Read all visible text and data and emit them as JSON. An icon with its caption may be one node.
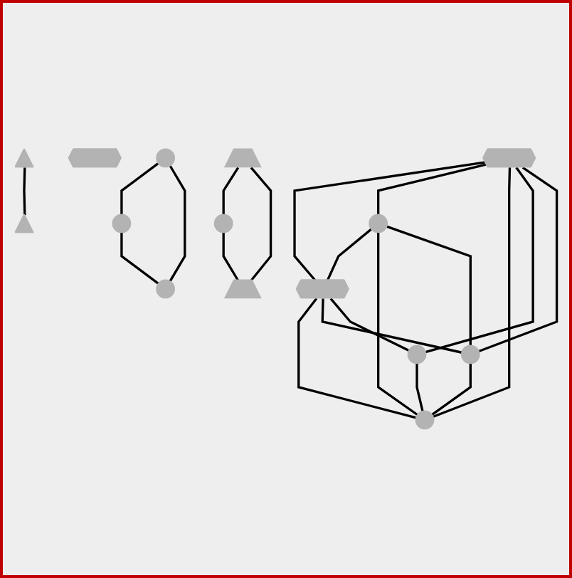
{
  "diagram": {
    "nodes": [
      {
        "text": [],
        "shape": "circle"
      },
      {
        "text": [],
        "shape": "pentagon"
      },
      {
        "text": [],
        "shape": "triangle"
      },
      {
        "text": [],
        "shape": "hexagon"
      },
      {
        "text": [],
        "shape": "hexagon"
      },
      {
        "text": [],
        "shape": "circle"
      },
      {
        "text": [],
        "shape": "triangle"
      },
      {
        "text": [],
        "shape": "circle"
      },
      {
        "text": [],
        "shape": "polygon"
      },
      {
        "text": [],
        "shape": "circle"
      },
      {
        "text": [],
        "shape": "circle"
      },
      {
        "text": [],
        "shape": "circle"
      },
      {
        "text": [],
        "shape": "circle"
      },
      {
        "text": [],
        "shape": "polygon"
      },
      {
        "text": [],
        "shape": "circle"
      }
    ],
    "edges": [
      {
        "from": 4,
        "to": 3,
        "arrow": "none"
      },
      {
        "from": 5,
        "to": 3,
        "arrow": "none"
      },
      {
        "from": 4,
        "to": 5,
        "arrow": "none"
      },
      {
        "from": 4,
        "to": 11,
        "arrow": "none"
      },
      {
        "from": 5,
        "to": 11,
        "arrow": "none"
      },
      {
        "from": 4,
        "to": 12,
        "arrow": "none"
      },
      {
        "from": 4,
        "to": 14,
        "arrow": "none"
      },
      {
        "from": 5,
        "to": 14,
        "arrow": "none"
      },
      {
        "from": 2,
        "to": 6,
        "arrow": "none"
      },
      {
        "from": 0,
        "to": 7,
        "arrow": "none"
      },
      {
        "from": 0,
        "to": 9,
        "arrow": "none"
      },
      {
        "from": 7,
        "to": 9,
        "arrow": "none"
      },
      {
        "from": 3,
        "to": 11,
        "arrow": "none"
      },
      {
        "from": 3,
        "to": 14,
        "arrow": "none"
      },
      {
        "from": 3,
        "to": 12,
        "arrow": "none"
      },
      {
        "from": 8,
        "to": 10,
        "arrow": "none"
      },
      {
        "from": 8,
        "to": 13,
        "arrow": "none"
      },
      {
        "from": 10,
        "to": 13,
        "arrow": "none"
      },
      {
        "from": 12,
        "to": 11,
        "arrow": "none"
      },
      {
        "from": 14,
        "to": 11,
        "arrow": "none"
      }
    ]
  }
}
